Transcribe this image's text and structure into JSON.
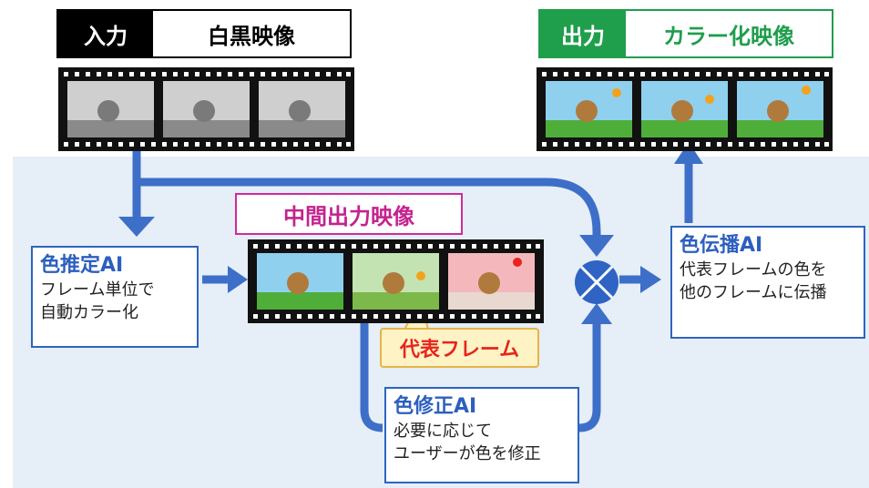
{
  "input": {
    "tag": "入力",
    "value": "白黒映像"
  },
  "output": {
    "tag": "出力",
    "value": "カラー化映像"
  },
  "intermediate": {
    "label": "中間出力映像"
  },
  "representative": {
    "label": "代表フレーム"
  },
  "estimate": {
    "title": "色推定AI",
    "lines": [
      "フレーム単位で",
      "自動カラー化"
    ]
  },
  "propagate": {
    "title": "色伝播AI",
    "lines": [
      "代表フレームの色を",
      "他のフレームに伝播"
    ]
  },
  "correct": {
    "title": "色修正AI",
    "lines": [
      "必要に応じて",
      "ユーザーが色を修正"
    ]
  },
  "colors": {
    "arrow": "#3d6fc9",
    "panel": "#e6eef7",
    "input_accent": "#000000",
    "output_accent": "#1f9e4c",
    "intermediate_accent": "#c4238f",
    "representative_text": "#e8241c",
    "process_title": "#2c5fbf"
  },
  "icons": [
    "film-strip-icon",
    "combine-operator-icon",
    "arrow-icon"
  ]
}
